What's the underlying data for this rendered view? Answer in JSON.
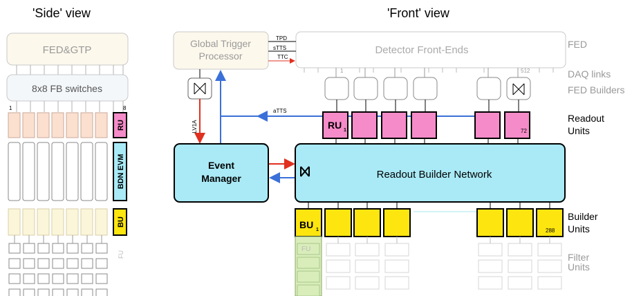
{
  "titles": {
    "side": "'Side' view",
    "front": "'Front' view"
  },
  "side": {
    "fed_gtp": "FED&GTP",
    "fb_switches": "8x8 FB switches",
    "col_first": "1",
    "col_last": "8",
    "ru": "RU",
    "bdn_evm": "BDN EVM",
    "bu": "BU",
    "fu": "FU"
  },
  "front": {
    "gtp": [
      "Global Trigger",
      "Processor"
    ],
    "detector": "Detector Front-Ends",
    "tpd": "TPD",
    "stts": "sTTS",
    "ttc": "TTC",
    "lv1a": "LV1A",
    "atts": "aTTS",
    "link_first": "1",
    "link_last": "512",
    "evm": [
      "Event",
      "Manager"
    ],
    "rbn": "Readout Builder Network",
    "ru_first": "RU",
    "ru_first_sub": "1",
    "ru_last": "72",
    "bu_first": "BU",
    "bu_first_sub": "1",
    "bu_last": "288",
    "fu": "FU"
  },
  "labels": {
    "fed": "FED",
    "daq_links": "DAQ links",
    "fed_builders": "FED Builders",
    "readout_units": [
      "Readout",
      "Units"
    ],
    "builder_units": [
      "Builder",
      "Units"
    ],
    "filter_units": [
      "Filter",
      "Units"
    ]
  },
  "colors": {
    "fed_fill": "#fdf8ec",
    "ru_fill": "#f58bc8",
    "bdn_fill": "#a9eaf6",
    "bu_fill": "#fde50f",
    "fu_green": "#d9edba",
    "side_ru": "#fbe0d0",
    "side_bu": "#fbf5da",
    "arrow_red": "#e03020",
    "arrow_blue": "#3a70d8"
  }
}
